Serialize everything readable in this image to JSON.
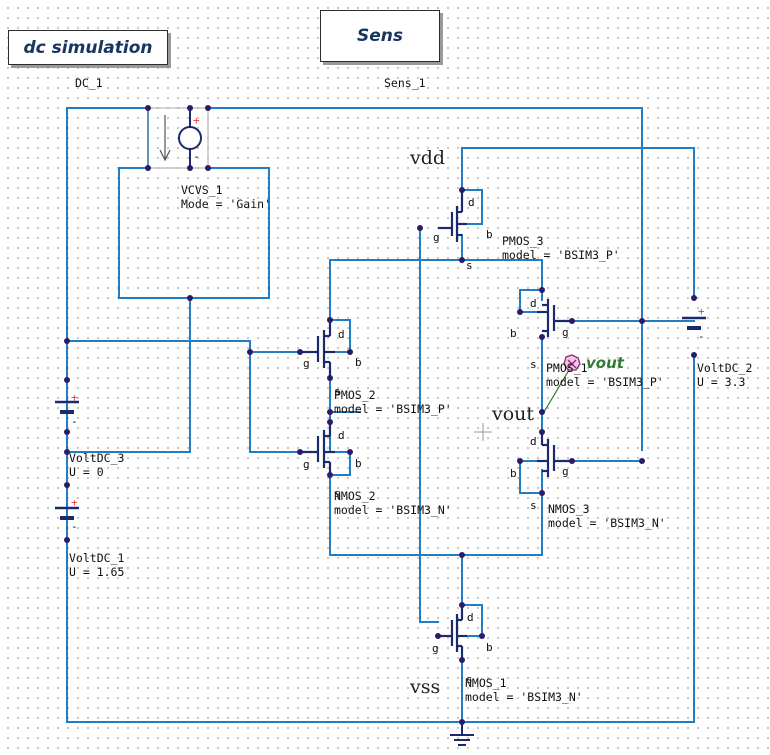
{
  "blocks": {
    "dc": {
      "title": "dc simulation",
      "instance": "DC_1"
    },
    "sens": {
      "title": "Sens",
      "instance": "Sens_1"
    }
  },
  "nets": {
    "vdd": "vdd",
    "vout": "vout",
    "vss": "vss",
    "probe": "vout"
  },
  "components": {
    "vcvs1": {
      "name": "VCVS_1",
      "param": "Mode = 'Gain'"
    },
    "pmos3": {
      "name": "PMOS_3",
      "param": "model = 'BSIM3_P'"
    },
    "pmos2": {
      "name": "PMOS_2",
      "param": "model = 'BSIM3_P'"
    },
    "pmos1": {
      "name": "PMOS_1",
      "param": "model = 'BSIM3_P'"
    },
    "nmos2": {
      "name": "NMOS_2",
      "param": "model = 'BSIM3_N'"
    },
    "nmos3": {
      "name": "NMOS_3",
      "param": "model = 'BSIM3_N'"
    },
    "nmos1": {
      "name": "NMOS_1",
      "param": "model = 'BSIM3_N'"
    },
    "voltdc3": {
      "name": "VoltDC_3",
      "param": "U = 0"
    },
    "voltdc1": {
      "name": "VoltDC_1",
      "param": "U = 1.65"
    },
    "voltdc2": {
      "name": "VoltDC_2",
      "param": "U = 3.3"
    }
  },
  "pins": {
    "d": "d",
    "g": "g",
    "b": "b",
    "s": "s",
    "plus": "+",
    "minus": "-"
  },
  "colors": {
    "wire": "#1f7ec6",
    "component": "#1a2a6c",
    "junction": "#2d1b69",
    "source_plus": "#e53935",
    "probe": "#2e7d32"
  }
}
